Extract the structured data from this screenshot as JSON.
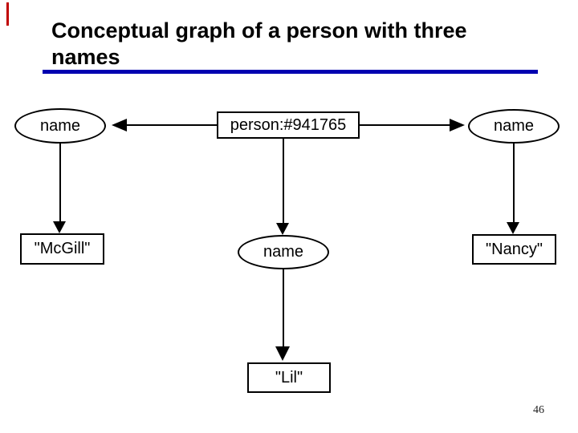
{
  "slide": {
    "title_line1": "Conceptual graph of a person with three",
    "title_line2": "names",
    "underline_color": "#0000B0",
    "accent_bar_color": "#C00000",
    "background_color": "#FFFFFF",
    "page_number": "46"
  },
  "graph": {
    "stroke_color": "#000000",
    "nodes": [
      {
        "id": "person",
        "shape": "rectangle",
        "label": "person:#941765"
      },
      {
        "id": "name-left",
        "shape": "ellipse",
        "label": "name"
      },
      {
        "id": "name-right",
        "shape": "ellipse",
        "label": "name"
      },
      {
        "id": "name-center",
        "shape": "ellipse",
        "label": "name"
      },
      {
        "id": "mcgill",
        "shape": "rectangle",
        "label": "\"McGill\""
      },
      {
        "id": "nancy",
        "shape": "rectangle",
        "label": "\"Nancy\""
      },
      {
        "id": "lil",
        "shape": "rectangle",
        "label": "\"Lil\""
      }
    ],
    "edges": [
      {
        "from": "person",
        "to": "name-left",
        "arrow": "left"
      },
      {
        "from": "person",
        "to": "name-right",
        "arrow": "right"
      },
      {
        "from": "person",
        "to": "name-center",
        "arrow": "down"
      },
      {
        "from": "name-left",
        "to": "mcgill",
        "arrow": "down"
      },
      {
        "from": "name-right",
        "to": "nancy",
        "arrow": "down"
      },
      {
        "from": "name-center",
        "to": "lil",
        "arrow": "down"
      }
    ]
  }
}
